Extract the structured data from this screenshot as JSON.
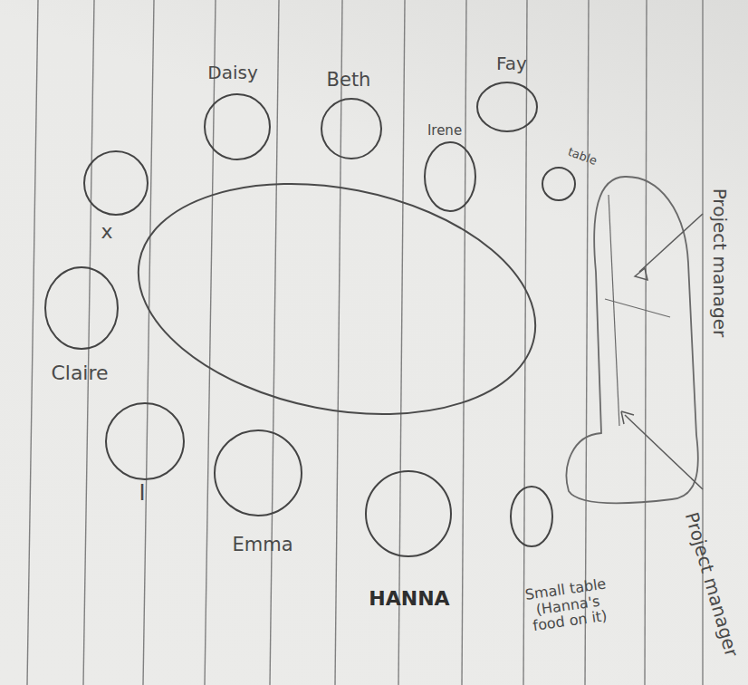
{
  "diagram": {
    "nodes": [
      {
        "text": [
          "Daisy"
        ]
      },
      {
        "text": [
          "Fay"
        ]
      },
      {
        "text": [
          "Beth"
        ]
      },
      {
        "text": [
          "Irene"
        ]
      },
      {
        "text": [
          "x"
        ]
      },
      {
        "text": [
          "table"
        ]
      },
      {
        "text": [
          "Claire"
        ]
      },
      {
        "text": [
          "I"
        ]
      },
      {
        "text": [
          "Emma"
        ]
      },
      {
        "text": [
          "HANNA"
        ]
      },
      {
        "text": [
          "Small table (Hanna's food on it)"
        ]
      }
    ],
    "labels": [
      "Project manager",
      "Project manager"
    ]
  }
}
